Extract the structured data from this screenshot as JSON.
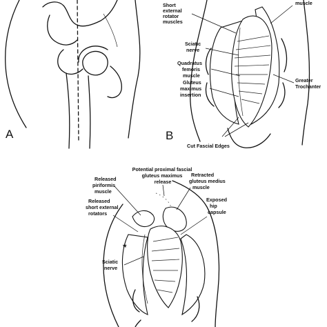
{
  "panels": {
    "a": "A",
    "b": "B"
  },
  "labels_b": {
    "short_external_rotators": [
      "Short",
      "external",
      "rotator",
      "muscles"
    ],
    "muscle_top": "muscle",
    "sciatic_nerve": [
      "Sciatic",
      "nerve"
    ],
    "quadratus_femoris": [
      "Quadratus",
      "femoris",
      "muscle"
    ],
    "gluteus_maximus_insertion": [
      "Gluteus",
      "maximus",
      "insertion"
    ],
    "greater_trochanter": [
      "Greater",
      "Trochanter"
    ],
    "cut_fascial_edges": "Cut Fascial Edges"
  },
  "labels_c": {
    "potential_release": [
      "Potential proximal fascial",
      "gluteus maximus",
      "release"
    ],
    "released_piriformis": [
      "Released",
      "piriformis",
      "muscle"
    ],
    "retracted_gluteus_medius": [
      "Retracted",
      "gluteus medius",
      "muscle"
    ],
    "released_short_external": [
      "Released",
      "short external",
      "rotators"
    ],
    "exposed_hip_capsule": [
      "Exposed",
      "hip",
      "capsule"
    ],
    "asterisk": "*",
    "sciatic_nerve": [
      "Sciatic",
      "nerve"
    ]
  }
}
